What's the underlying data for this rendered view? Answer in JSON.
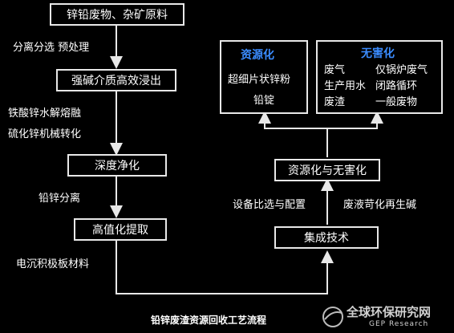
{
  "left_flow": {
    "box1": "锌铅废物、杂矿原料",
    "step1": "分离分选 预处理",
    "box2": "强碱介质高效浸出",
    "step2a": "铁酸锌水解熔融",
    "step2b": "硫化锌机械转化",
    "box3": "深度净化",
    "step3": "铅锌分离",
    "box4": "高值化提取",
    "step4": "电沉积极板材料"
  },
  "right_flow": {
    "box_integrate": "集成技术",
    "label_left": "设备比选与配置",
    "label_right": "废液苛化再生碱",
    "box_resource": "资源化与无害化"
  },
  "panel_resource": {
    "title": "资源化",
    "items": [
      "超细片状锌粉",
      "铅锭"
    ]
  },
  "panel_harmless": {
    "title": "无害化",
    "rows": [
      [
        "废气",
        "仅锅炉废气"
      ],
      [
        "生产用水",
        "闭路循环"
      ],
      [
        "废渣",
        "一般废物"
      ]
    ]
  },
  "caption": "铅锌废渣资源回收工艺流程",
  "watermark": {
    "name": "全球环保研究网",
    "sub": "GEP Research"
  },
  "colors": {
    "title_blue": "#3b8cff",
    "line": "#e8e8e8"
  }
}
